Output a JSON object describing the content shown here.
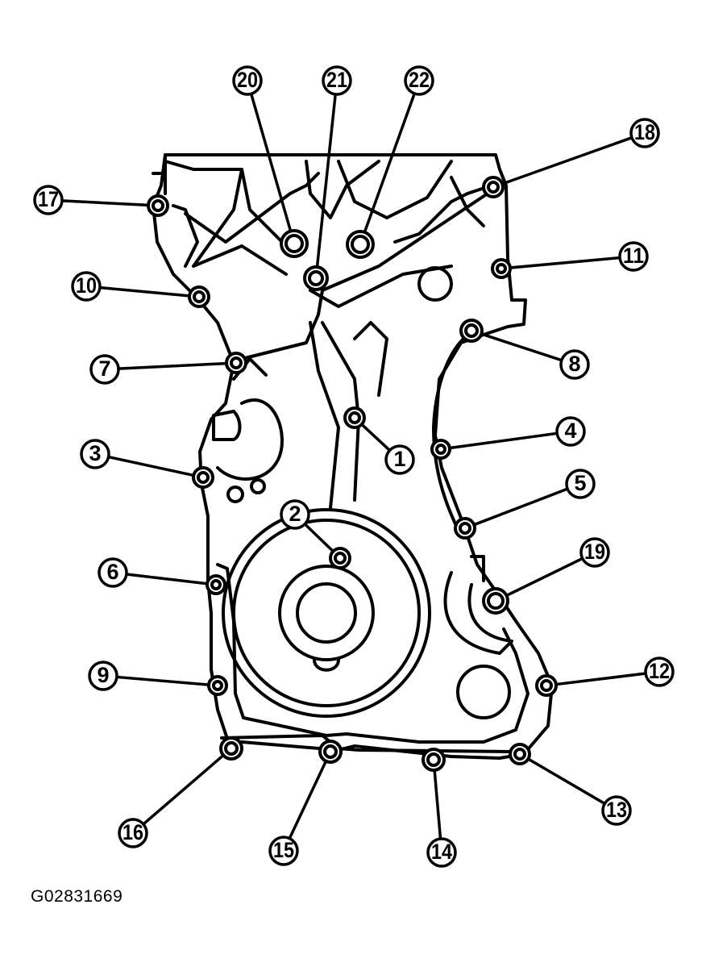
{
  "figure": {
    "code": "G02831669",
    "stroke": "#000000",
    "background": "#ffffff"
  },
  "callouts": [
    "1",
    "2",
    "3",
    "4",
    "5",
    "6",
    "7",
    "8",
    "9",
    "10",
    "11",
    "12",
    "13",
    "14",
    "15",
    "16",
    "17",
    "18",
    "19",
    "20",
    "21",
    "22"
  ]
}
